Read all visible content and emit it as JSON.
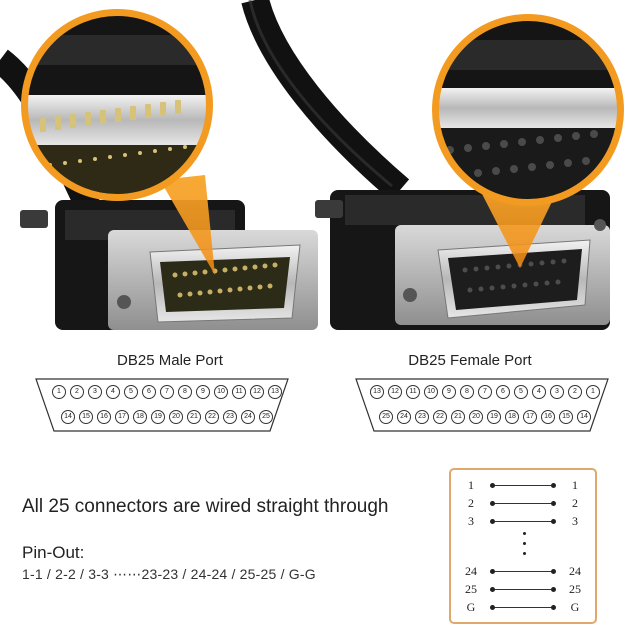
{
  "ports": {
    "male": {
      "title": "DB25 Male Port",
      "top_row": [
        "1",
        "2",
        "3",
        "4",
        "5",
        "6",
        "7",
        "8",
        "9",
        "10",
        "11",
        "12",
        "13"
      ],
      "bottom_row": [
        "14",
        "15",
        "16",
        "17",
        "18",
        "19",
        "20",
        "21",
        "22",
        "23",
        "24",
        "25"
      ]
    },
    "female": {
      "title": "DB25 Female Port",
      "top_row": [
        "13",
        "12",
        "11",
        "10",
        "9",
        "8",
        "7",
        "6",
        "5",
        "4",
        "3",
        "2",
        "1"
      ],
      "bottom_row": [
        "25",
        "24",
        "23",
        "22",
        "21",
        "20",
        "19",
        "18",
        "17",
        "16",
        "15",
        "14"
      ]
    }
  },
  "description": {
    "headline": "All 25 connectors are wired straight through",
    "pinout_label": "Pin-Out:",
    "pinout_value": "1-1 / 2-2 / 3-3 ⋯⋯23-23 / 24-24 / 25-25 / G-G"
  },
  "wiring": {
    "rows": [
      {
        "left": "1",
        "right": "1"
      },
      {
        "left": "2",
        "right": "2"
      },
      {
        "left": "3",
        "right": "3"
      },
      {
        "left": "24",
        "right": "24"
      },
      {
        "left": "25",
        "right": "25"
      },
      {
        "left": "G",
        "right": "G"
      }
    ]
  },
  "colors": {
    "accent_orange": "#f39b21",
    "cable_black": "#1a1a1a",
    "frame_outline": "#e0a86a"
  }
}
